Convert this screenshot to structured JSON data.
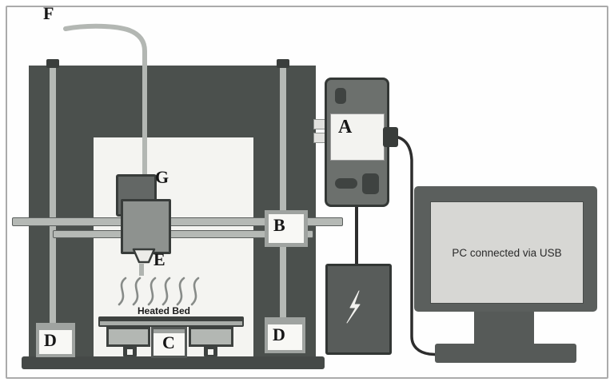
{
  "diagram": {
    "labels": {
      "f": "F",
      "g": "G",
      "e": "E",
      "b": "B",
      "c": "C",
      "d_left": "D",
      "d_right": "D",
      "a": "A"
    },
    "heated_bed": "Heated Bed",
    "monitor_text": "PC connected via USB",
    "icons": {
      "power_supply": "lightning-bolt-icon"
    },
    "colors": {
      "frame": "#4b504d",
      "inner_panel": "#f4f4f1",
      "rail": "#b5b9b5",
      "carriage": "#8e928f",
      "controller": "#6c706d",
      "power_supply": "#585c5a",
      "monitor_frame": "#5b5f5d",
      "monitor_screen": "#d7d7d4",
      "white_box": "#f8f8f5",
      "box_border": "#9fa3a0",
      "dark_accent": "#3e4240",
      "cable": "#2d2d2d"
    }
  }
}
